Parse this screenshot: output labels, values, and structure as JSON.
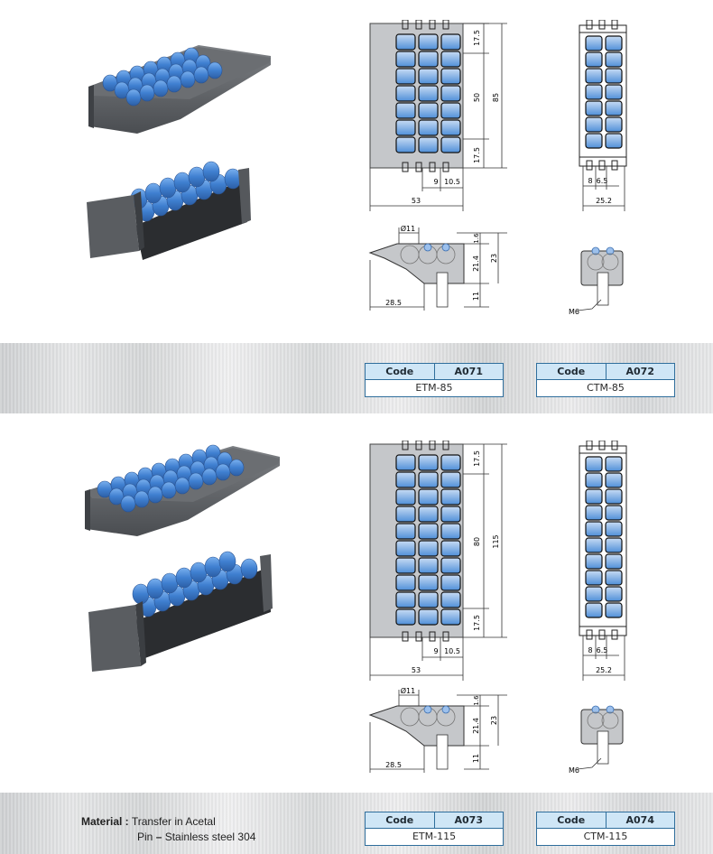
{
  "colors": {
    "roller_blue": "#4f8fd8",
    "housing_gray": "#5f6266",
    "table_border": "#2f6e9c",
    "table_header": "#cfe6f6"
  },
  "products": [
    {
      "drawings": {
        "top_width": "53",
        "top_gap_a": "9",
        "top_gap_b": "10.5",
        "top_height": "85",
        "top_mid": "50",
        "top_end_a": "17.5",
        "top_end_b": "17.5",
        "ctm_width": "25.2",
        "ctm_gap_a": "8",
        "ctm_gap_b": "6.5",
        "side_roller": "Ø11",
        "side_top": "1.6",
        "side_body": "21.4",
        "side_total": "23",
        "side_pin": "11",
        "side_nose": "28.5",
        "thread": "M6"
      },
      "codes": [
        {
          "code_label": "Code",
          "code": "A071",
          "name": "ETM-85"
        },
        {
          "code_label": "Code",
          "code": "A072",
          "name": "CTM-85"
        }
      ]
    },
    {
      "drawings": {
        "top_width": "53",
        "top_gap_a": "9",
        "top_gap_b": "10.5",
        "top_height": "115",
        "top_mid": "80",
        "top_end_a": "17.5",
        "top_end_b": "17.5",
        "ctm_width": "25.2",
        "ctm_gap_a": "8",
        "ctm_gap_b": "6.5",
        "side_roller": "Ø11",
        "side_top": "1.6",
        "side_body": "21.4",
        "side_total": "23",
        "side_pin": "11",
        "side_nose": "28.5",
        "thread": "M6"
      },
      "codes": [
        {
          "code_label": "Code",
          "code": "A073",
          "name": "ETM-115"
        },
        {
          "code_label": "Code",
          "code": "A074",
          "name": "CTM-115"
        }
      ]
    }
  ],
  "material": {
    "label": "Material :",
    "line1": "Transfer in Acetal",
    "line2_part": "Pin",
    "line2_dash": "–",
    "line2_value": "Stainless steel 304"
  }
}
